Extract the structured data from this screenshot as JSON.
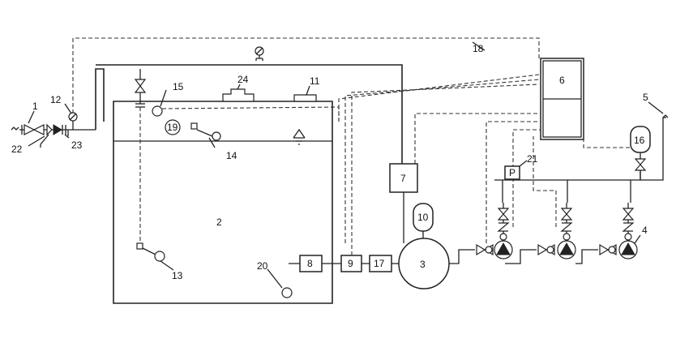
{
  "labels": {
    "l1": "1",
    "l2": "2",
    "l3": "3",
    "l4": "4",
    "l5": "5",
    "l6": "6",
    "l7": "7",
    "l8": "8",
    "l9": "9",
    "l10": "10",
    "l11": "11",
    "l12": "12",
    "l13": "13",
    "l14": "14",
    "l15": "15",
    "l16": "16",
    "l17": "17",
    "l18": "18",
    "l19": "19",
    "l20": "20",
    "l21": "21",
    "l22": "22",
    "l23": "23",
    "l24": "24"
  },
  "pressure_switch_letter": "P",
  "colors": {
    "line": "#222222",
    "background": "#ffffff"
  }
}
